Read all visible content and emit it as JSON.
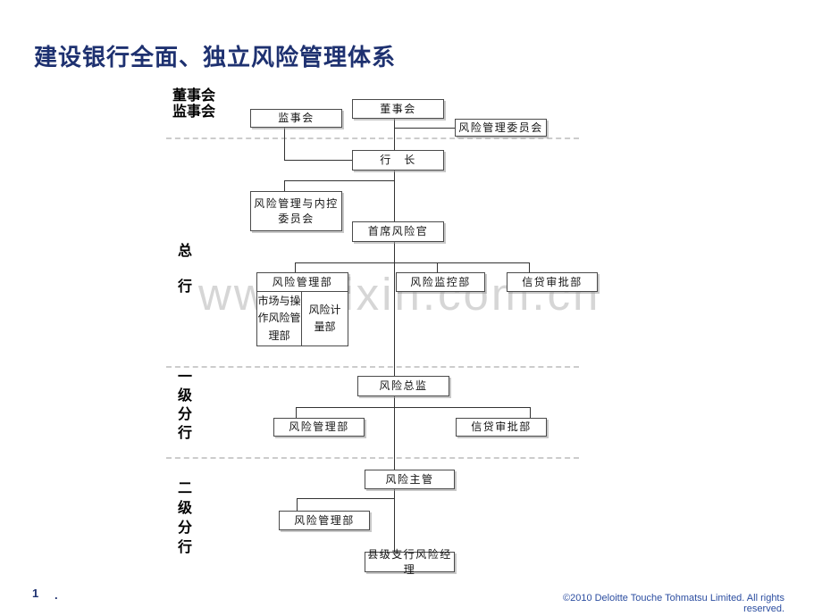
{
  "slide": {
    "title": "建设银行全面、独立风险管理体系",
    "page_number": "1",
    "page_dot": ".",
    "copyright": "©2010 Deloitte Touche Tohmatsu Limited. All rights reserved.",
    "watermark": "www.zixin.com.cn"
  },
  "sections": {
    "board_supervisory": "董事会\n监事会",
    "head_office": "总\n行",
    "tier1_branch": "一\n级\n分\n行",
    "tier2_branch": "二\n级\n分\n行"
  },
  "nodes": {
    "supervisory_board": "监事会",
    "board_of_directors": "董事会",
    "risk_management_committee": "风险管理委员会",
    "president": "行　长",
    "risk_mgmt_internal_control_committee": "风险管理与内控\n委员会",
    "chief_risk_officer": "首席风险官",
    "ho_risk_management_dept": "风险管理部",
    "market_operational_risk_dept": "市场与操\n作风险管\n理部",
    "risk_measurement_dept": "风险计\n量部",
    "risk_monitoring_dept": "风险监控部",
    "ho_credit_approval_dept": "信贷审批部",
    "t1_risk_director": "风险总监",
    "t1_risk_management_dept": "风险管理部",
    "t1_credit_approval_dept": "信贷审批部",
    "t2_risk_supervisor": "风险主管",
    "t2_risk_management_dept": "风险管理部",
    "county_branch_risk_manager": "县级支行风险经理"
  },
  "colors": {
    "title": "#1e3170",
    "footer_text": "#2b4da0",
    "connector_line": "#333333",
    "dashed_divider": "#cccccc",
    "watermark": "#d6d6d6",
    "box_border": "#4a4a4a"
  }
}
